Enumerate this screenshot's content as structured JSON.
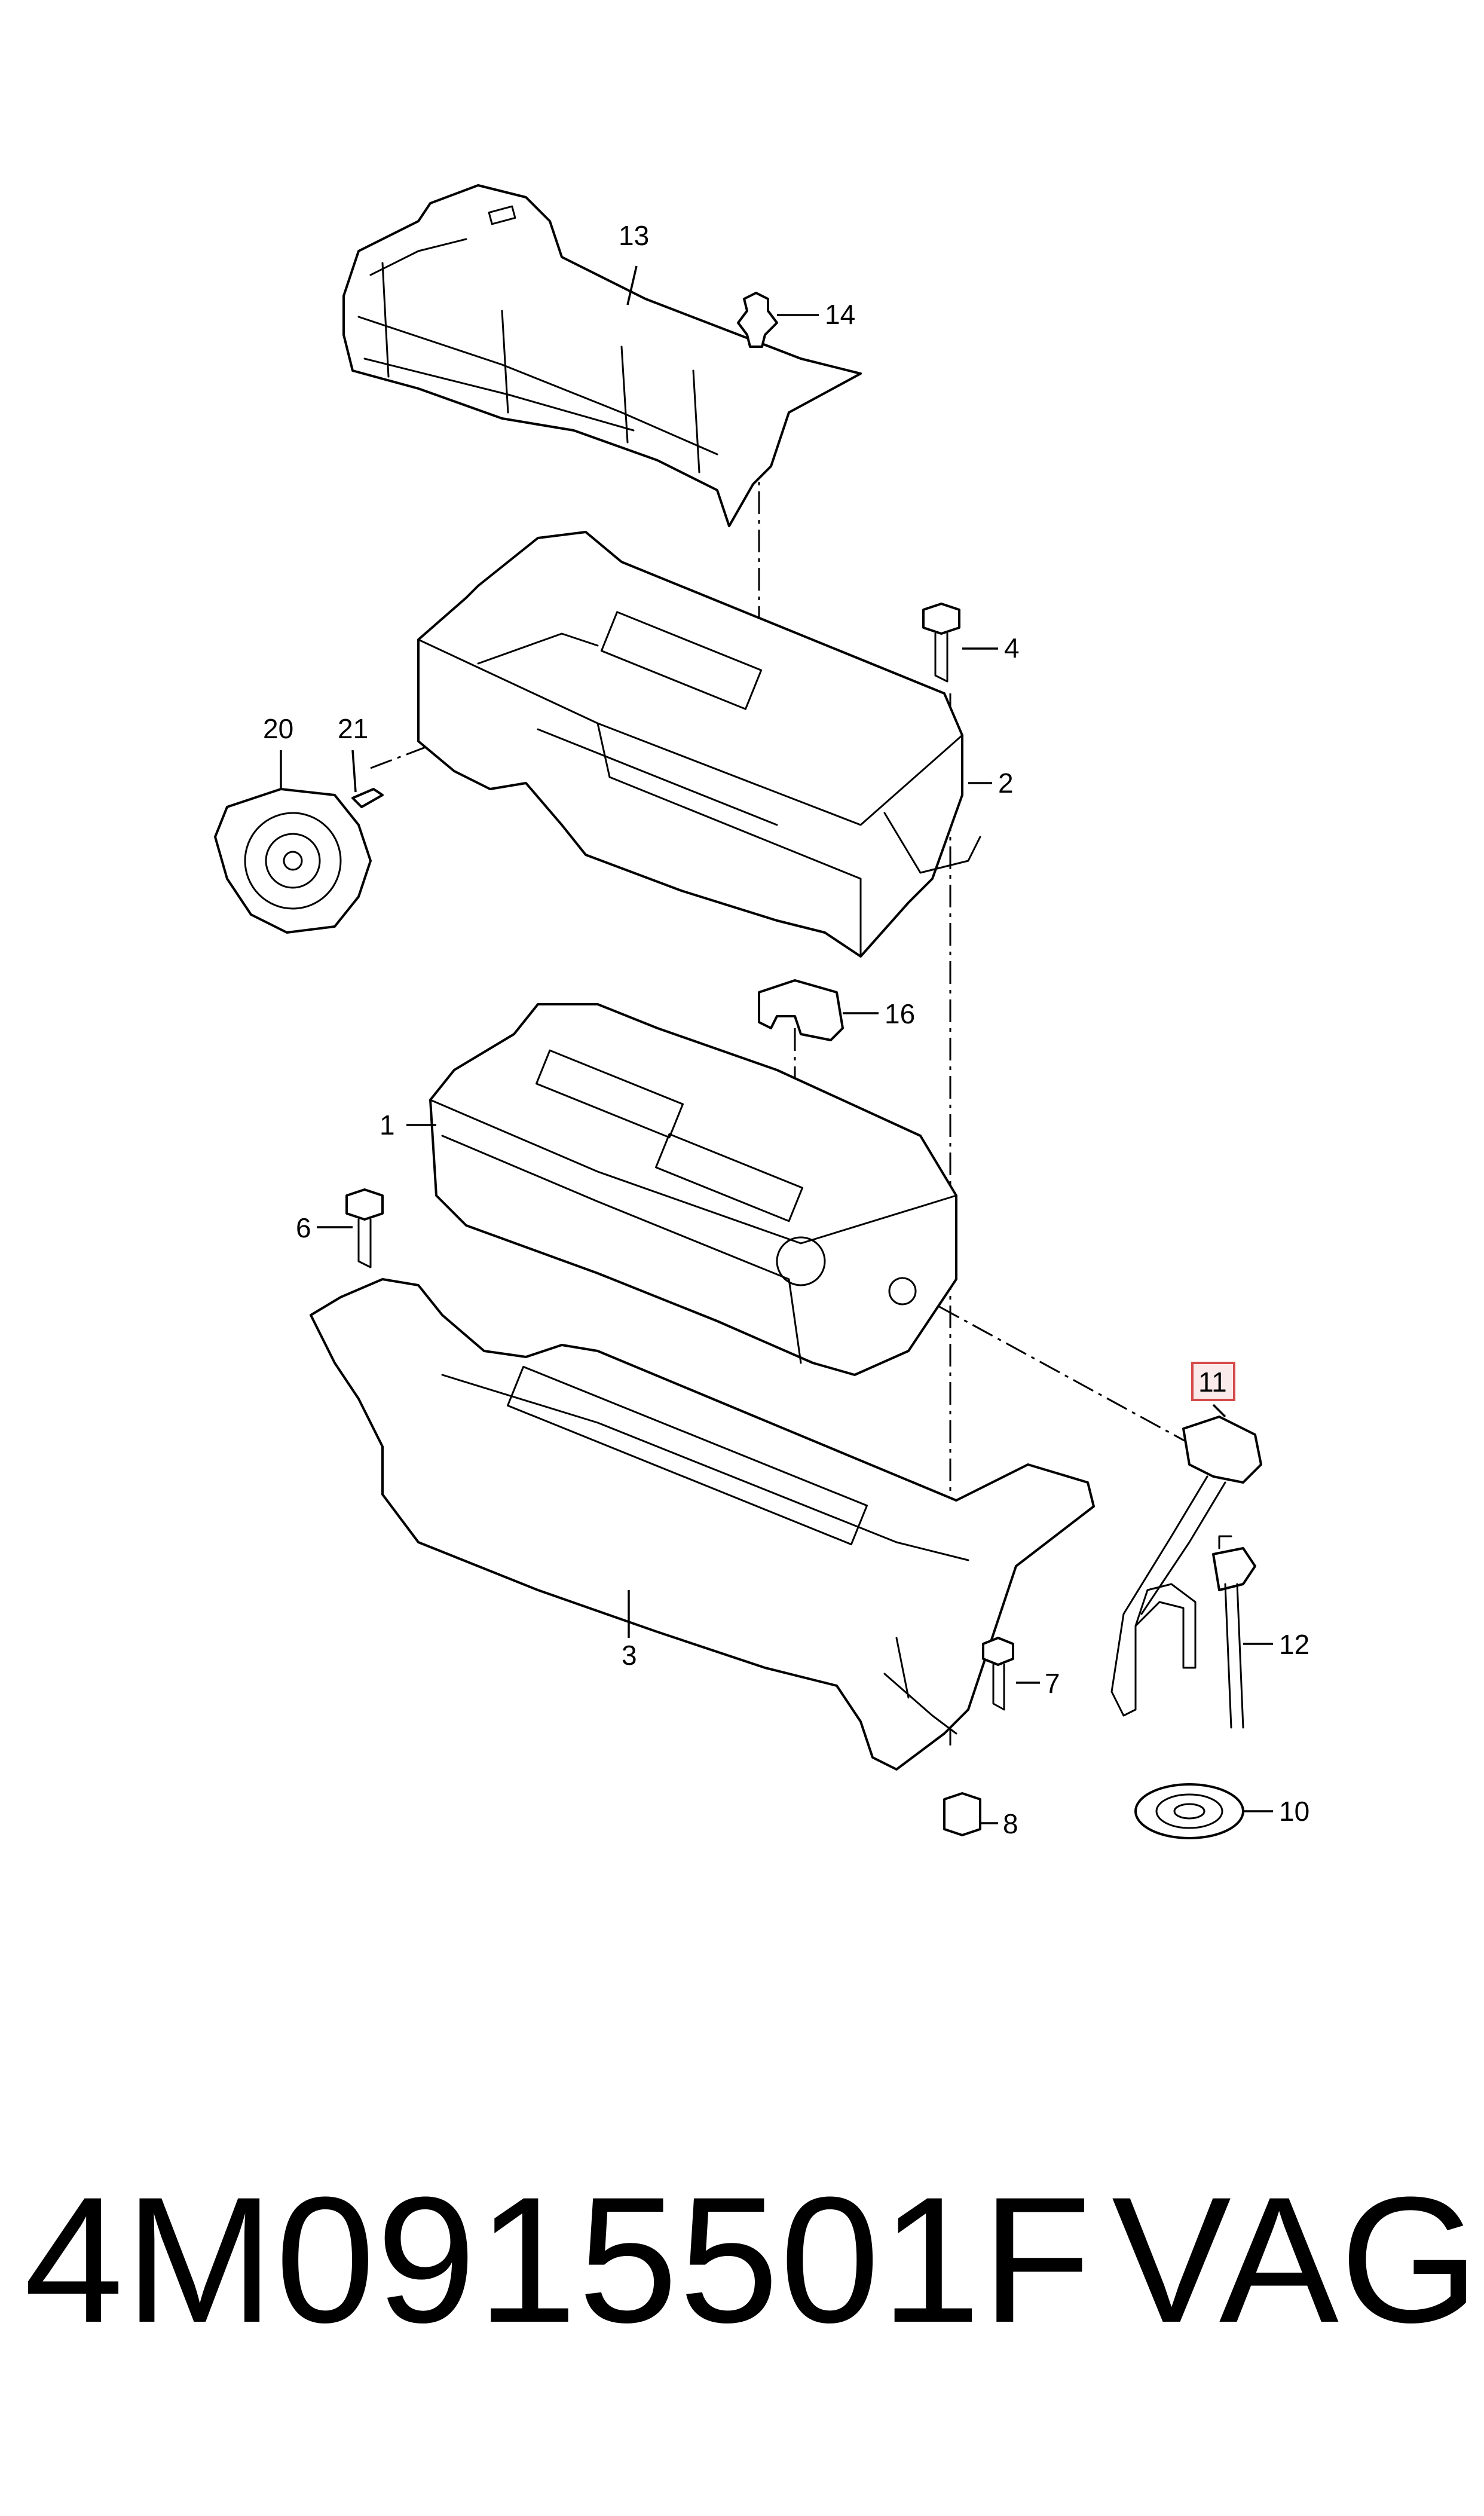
{
  "diagram": {
    "callouts": {
      "c1": "1",
      "c2": "2",
      "c3": "3",
      "c4": "4",
      "c6": "6",
      "c7": "7",
      "c8": "8",
      "c10": "10",
      "c11": "11",
      "c12": "12",
      "c13": "13",
      "c14": "14",
      "c16": "16",
      "c20": "20",
      "c21": "21"
    },
    "highlighted_callout": "11",
    "highlight_color": "#d54a4a"
  },
  "footer": {
    "part_number": "4M0915501F",
    "brand": "VAG"
  }
}
